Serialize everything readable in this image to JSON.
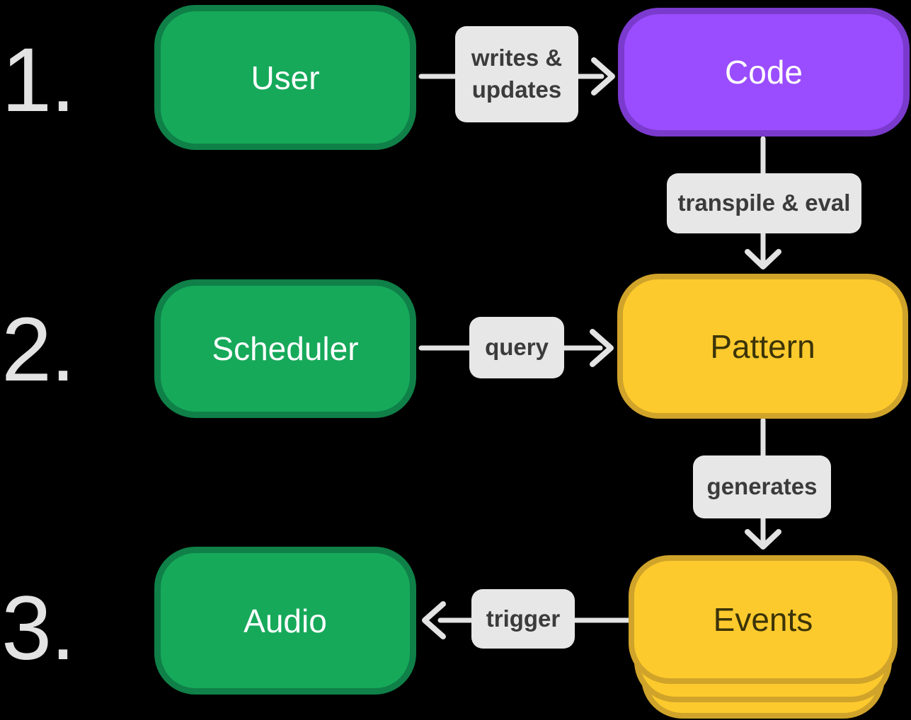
{
  "colors": {
    "background": "#000000",
    "green_fill": "#16a95a",
    "green_border": "#0f8048",
    "purple_fill": "#9a4dff",
    "purple_border": "#7b3ace",
    "yellow_fill": "#fdca2d",
    "yellow_border": "#d0a42a",
    "yellow_text": "#3c3408",
    "label_bg": "#e7e7e7",
    "label_text": "#3b3b3b",
    "arrow": "#e3e3e3",
    "step_number": "#e3e3e3",
    "node_text_light": "#ffffff"
  },
  "steps": [
    {
      "number": "1."
    },
    {
      "number": "2."
    },
    {
      "number": "3."
    }
  ],
  "nodes": {
    "user": {
      "label": "User"
    },
    "code": {
      "label": "Code"
    },
    "scheduler": {
      "label": "Scheduler"
    },
    "pattern": {
      "label": "Pattern"
    },
    "events": {
      "label": "Events"
    },
    "audio": {
      "label": "Audio"
    }
  },
  "edges": {
    "writes_updates": {
      "label_line1": "writes &",
      "label_line2": "updates"
    },
    "transpile_eval": {
      "label": "transpile & eval"
    },
    "query": {
      "label": "query"
    },
    "generates": {
      "label": "generates"
    },
    "trigger": {
      "label": "trigger"
    }
  }
}
